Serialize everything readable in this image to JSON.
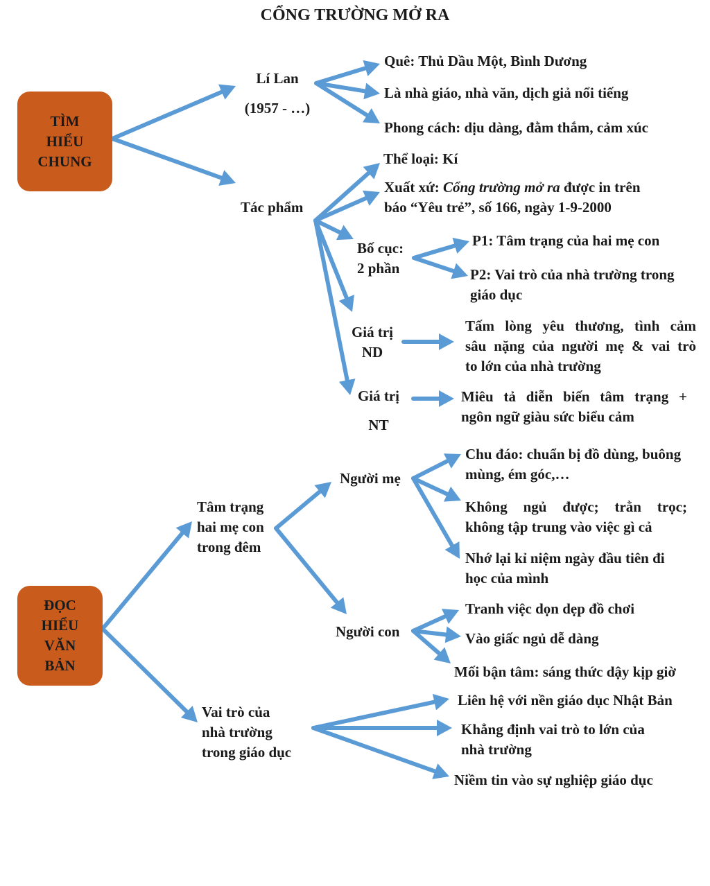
{
  "title": "CỔNG TRƯỜNG MỞ RA",
  "arrow_color": "#5b9bd5",
  "box_color": "#c95b1c",
  "tim_hieu_chung": {
    "box": [
      "TÌM",
      "HIỂU",
      "CHUNG"
    ],
    "author": {
      "name": "Lí Lan",
      "years": "(1957 - …)",
      "details": [
        "Quê: Thủ Dầu Một, Bình Dương",
        "Là nhà giáo, nhà văn, dịch giả nổi tiếng",
        "Phong cách: dịu dàng, đằm thắm, cảm xúc"
      ]
    },
    "work": {
      "label": "Tác phẩm",
      "genre": "Thể loại: Kí",
      "origin": {
        "prefix": "Xuất xứ: ",
        "title": "Cổng trường mở ra",
        "suffix": " được in trên",
        "line2": "báo “Yêu trẻ”, số 166, ngày 1-9-2000"
      },
      "structure": {
        "label": [
          "Bố cục:",
          "2 phần"
        ],
        "p1": "P1: Tâm trạng của hai mẹ con",
        "p2": [
          "P2: Vai trò của nhà trường trong",
          "giáo dục"
        ]
      },
      "content_value": {
        "label": [
          "Giá trị",
          "ND"
        ],
        "text": [
          "Tấm lòng yêu thương, tình cảm",
          "sâu nặng của người mẹ & vai trò",
          "to lớn của nhà trường"
        ]
      },
      "art_value": {
        "label": [
          "Giá trị",
          "NT"
        ],
        "text": [
          "Miêu tả diễn biến tâm trạng +",
          "ngôn ngữ giàu sức biểu cảm"
        ]
      }
    }
  },
  "doc_hieu_van_ban": {
    "box": [
      "ĐỌC",
      "HIỂU",
      "VĂN",
      "BẢN"
    ],
    "feelings": {
      "label": [
        "Tâm trạng",
        "hai mẹ con",
        "trong đêm"
      ],
      "mother": {
        "label": "Người mẹ",
        "items": [
          [
            "Chu đáo: chuẩn bị đồ dùng, buông",
            "mùng, ém góc,…"
          ],
          [
            "Không ngủ được; trằn trọc;",
            "không tập trung vào việc gì cả"
          ],
          [
            "Nhớ lại kỉ niệm ngày đầu tiên đi",
            "học của mình"
          ]
        ]
      },
      "child": {
        "label": "Người con",
        "items": [
          "Tranh việc dọn dẹp đồ chơi",
          "Vào giấc ngủ dễ dàng",
          "Mối bận tâm: sáng thức dậy kịp giờ"
        ]
      }
    },
    "school_role": {
      "label": [
        "Vai trò của",
        "nhà trường",
        "trong giáo dục"
      ],
      "items": [
        "Liên hệ với nền giáo dục Nhật Bản",
        [
          "Khẳng định vai trò to lớn của",
          "nhà trường"
        ],
        "Niềm tin vào sự nghiệp giáo dục"
      ]
    }
  }
}
